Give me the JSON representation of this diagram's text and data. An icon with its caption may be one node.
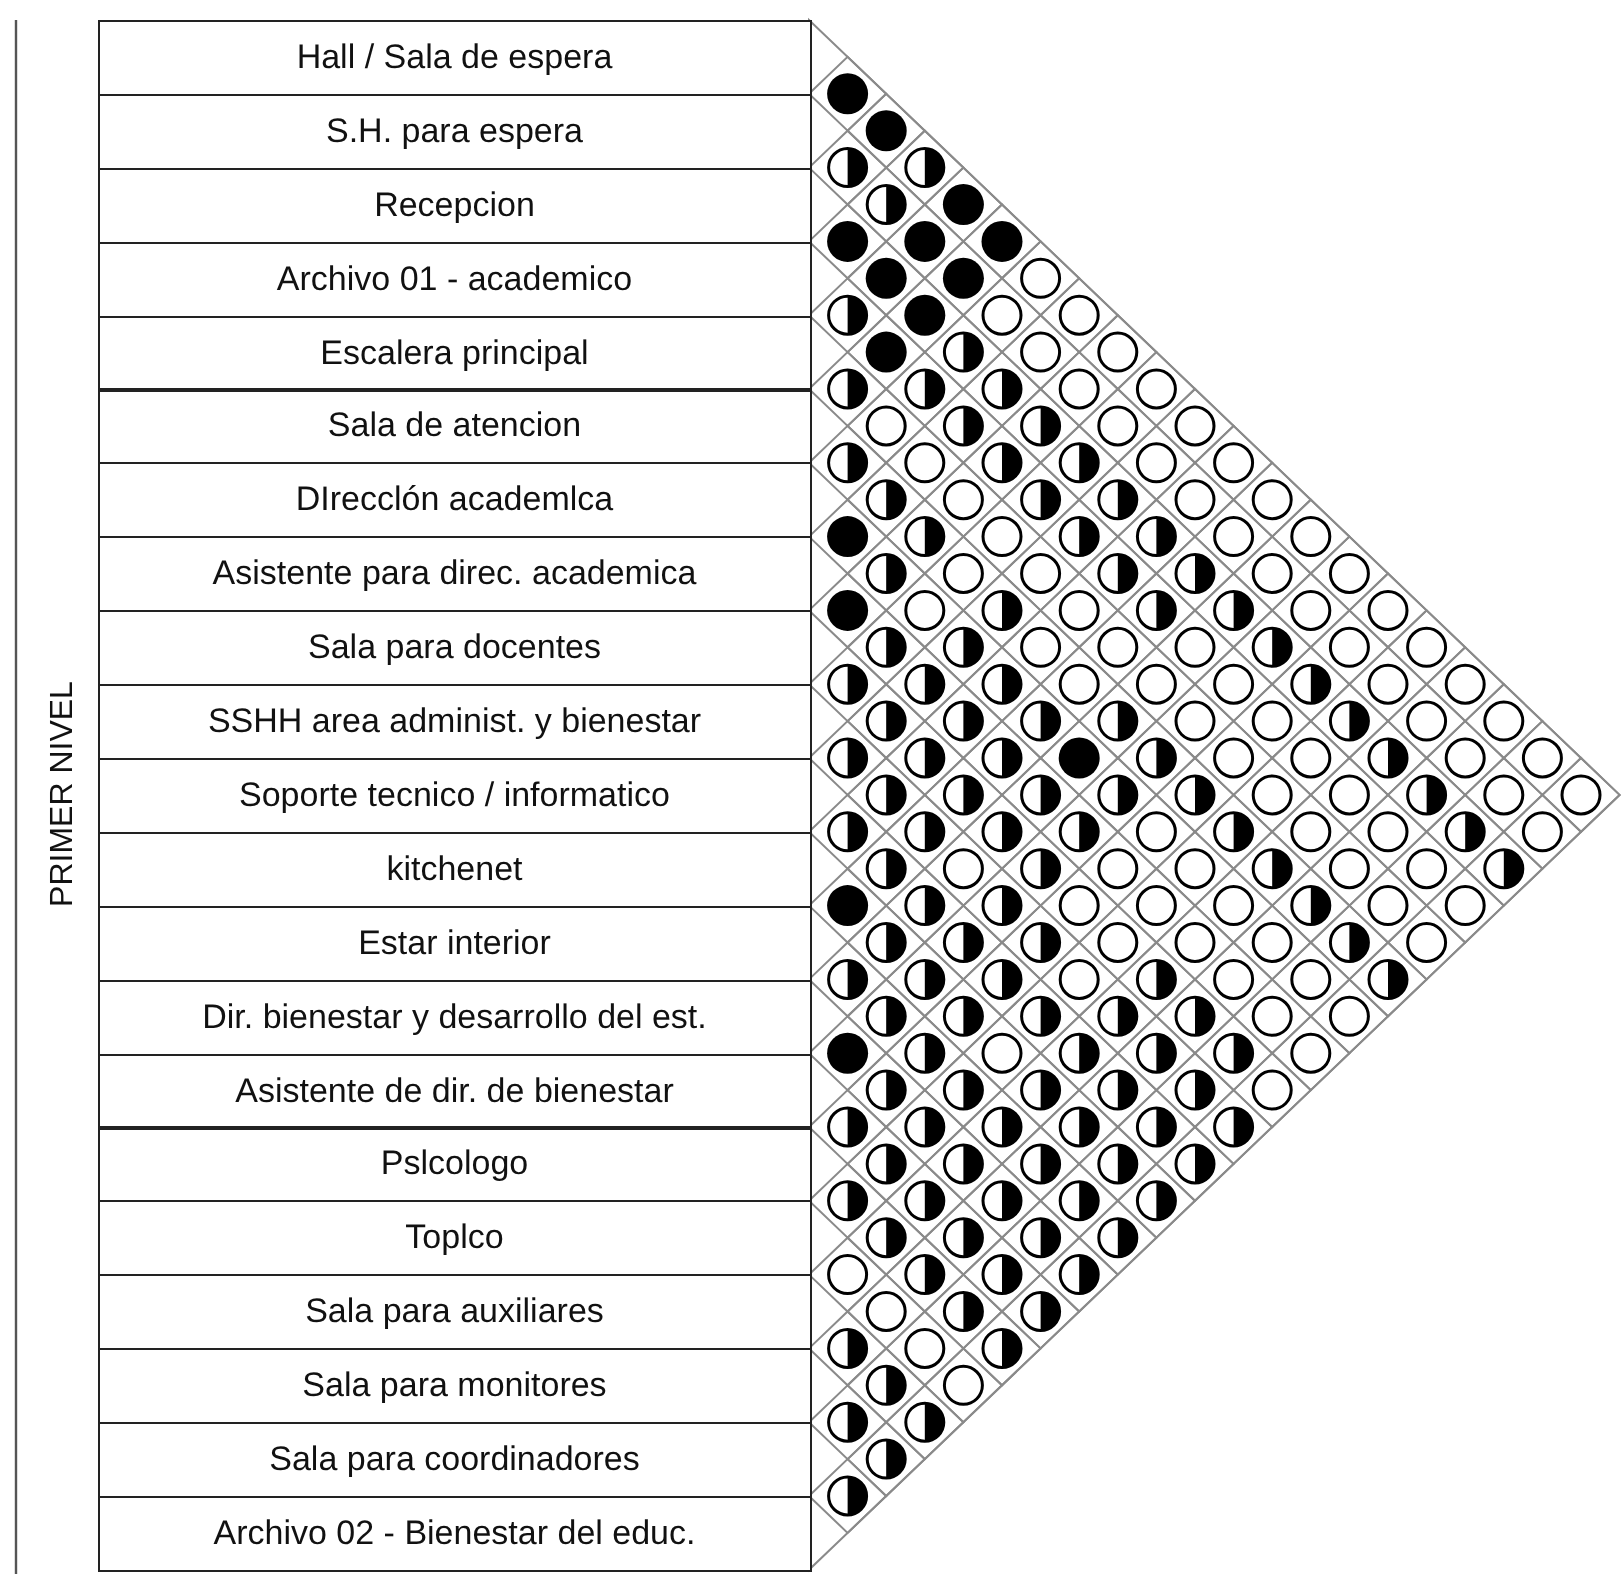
{
  "diagram": {
    "nodes": [
      {
        "text": [
          "Hall / Sala de espera"
        ]
      },
      {
        "text": [
          "S.H. para espera"
        ]
      },
      {
        "text": [
          "Recepcion"
        ]
      },
      {
        "text": [
          "Archivo 01 - academico"
        ]
      },
      {
        "text": [
          "Escalera principal"
        ]
      },
      {
        "text": [
          "Sala de atencion"
        ]
      },
      {
        "text": [
          "DIrecclón academlca"
        ]
      },
      {
        "text": [
          "Asistente para direc. academica"
        ]
      },
      {
        "text": [
          "Sala para docentes"
        ]
      },
      {
        "text": [
          "SSHH area administ. y bienestar"
        ]
      },
      {
        "text": [
          "Soporte tecnico / informatico"
        ]
      },
      {
        "text": [
          "kitchenet"
        ]
      },
      {
        "text": [
          "Estar interior"
        ]
      },
      {
        "text": [
          "Dir. bienestar y desarrollo del est."
        ]
      },
      {
        "text": [
          "Asistente de dir. de bienestar"
        ]
      },
      {
        "text": [
          "Pslcologo"
        ]
      },
      {
        "text": [
          "Toplco"
        ]
      },
      {
        "text": [
          "Sala para auxiliares"
        ]
      },
      {
        "text": [
          "Sala para monitores"
        ]
      },
      {
        "text": [
          "Sala para coordinadores"
        ]
      },
      {
        "text": [
          "Archivo 02 - Bienestar del educ."
        ]
      },
      {
        "text": [],
        "shape": "disc"
      },
      {
        "text": [],
        "shape": "disc"
      },
      {
        "text": [],
        "shape": "half-disc"
      },
      {
        "text": [],
        "shape": "half-disc"
      },
      {
        "text": [],
        "shape": "half-disc"
      },
      {
        "text": [],
        "shape": "disc"
      },
      {
        "text": [],
        "shape": "disc"
      },
      {
        "text": [],
        "shape": "disc"
      },
      {
        "text": [],
        "shape": "disc"
      },
      {
        "text": [],
        "shape": "disc"
      },
      {
        "text": [],
        "shape": "disc"
      },
      {
        "text": [],
        "shape": "circle"
      },
      {
        "text": [],
        "shape": "half-disc"
      },
      {
        "text": [],
        "shape": "disc"
      },
      {
        "text": [],
        "shape": "circle"
      },
      {
        "text": [],
        "shape": "circle"
      },
      {
        "text": [],
        "shape": "disc"
      },
      {
        "text": [],
        "shape": "half-disc"
      },
      {
        "text": [],
        "shape": "circle"
      },
      {
        "text": [],
        "shape": "circle"
      },
      {
        "text": [],
        "shape": "half-disc"
      },
      {
        "text": [],
        "shape": "half-disc"
      },
      {
        "text": [],
        "shape": "half-disc"
      },
      {
        "text": [],
        "shape": "circle"
      },
      {
        "text": [],
        "shape": "circle"
      },
      {
        "text": [],
        "shape": "circle"
      },
      {
        "text": [],
        "shape": "half-disc"
      },
      {
        "text": [],
        "shape": "half-disc"
      },
      {
        "text": [],
        "shape": "circle"
      },
      {
        "text": [],
        "shape": "circle"
      },
      {
        "text": [],
        "shape": "half-disc"
      },
      {
        "text": [],
        "shape": "circle"
      },
      {
        "text": [],
        "shape": "half-disc"
      },
      {
        "text": [],
        "shape": "half-disc"
      },
      {
        "text": [],
        "shape": "circle"
      },
      {
        "text": [],
        "shape": "circle"
      },
      {
        "text": [],
        "shape": "half-disc"
      },
      {
        "text": [],
        "shape": "circle"
      },
      {
        "text": [],
        "shape": "half-disc"
      },
      {
        "text": [],
        "shape": "half-disc"
      },
      {
        "text": [],
        "shape": "circle"
      },
      {
        "text": [],
        "shape": "circle"
      },
      {
        "text": [],
        "shape": "disc"
      },
      {
        "text": [],
        "shape": "half-disc"
      },
      {
        "text": [],
        "shape": "circle"
      },
      {
        "text": [],
        "shape": "half-disc"
      },
      {
        "text": [],
        "shape": "half-disc"
      },
      {
        "text": [],
        "shape": "circle"
      },
      {
        "text": [],
        "shape": "circle"
      },
      {
        "text": [],
        "shape": "half-disc"
      },
      {
        "text": [],
        "shape": "circle"
      },
      {
        "text": [],
        "shape": "circle"
      },
      {
        "text": [],
        "shape": "half-disc"
      },
      {
        "text": [],
        "shape": "half-disc"
      },
      {
        "text": [],
        "shape": "circle"
      },
      {
        "text": [],
        "shape": "circle"
      },
      {
        "text": [],
        "shape": "disc"
      },
      {
        "text": [],
        "shape": "circle"
      },
      {
        "text": [],
        "shape": "half-disc"
      },
      {
        "text": [],
        "shape": "circle"
      },
      {
        "text": [],
        "shape": "half-disc"
      },
      {
        "text": [],
        "shape": "half-disc"
      },
      {
        "text": [],
        "shape": "circle"
      },
      {
        "text": [],
        "shape": "circle"
      },
      {
        "text": [],
        "shape": "half-disc"
      },
      {
        "text": [],
        "shape": "half-disc"
      },
      {
        "text": [],
        "shape": "circle"
      },
      {
        "text": [],
        "shape": "circle"
      },
      {
        "text": [],
        "shape": "circle"
      },
      {
        "text": [],
        "shape": "half-disc"
      },
      {
        "text": [],
        "shape": "circle"
      },
      {
        "text": [],
        "shape": "circle"
      },
      {
        "text": [],
        "shape": "half-disc"
      },
      {
        "text": [],
        "shape": "half-disc"
      },
      {
        "text": [],
        "shape": "half-disc"
      },
      {
        "text": [],
        "shape": "circle"
      },
      {
        "text": [],
        "shape": "circle"
      },
      {
        "text": [],
        "shape": "circle"
      },
      {
        "text": [],
        "shape": "half-disc"
      },
      {
        "text": [],
        "shape": "circle"
      },
      {
        "text": [],
        "shape": "circle"
      },
      {
        "text": [],
        "shape": "half-disc"
      },
      {
        "text": [],
        "shape": "half-disc"
      },
      {
        "text": [],
        "shape": "half-disc"
      },
      {
        "text": [],
        "shape": "half-disc"
      },
      {
        "text": [],
        "shape": "circle"
      },
      {
        "text": [],
        "shape": "circle"
      },
      {
        "text": [],
        "shape": "half-disc"
      },
      {
        "text": [],
        "shape": "circle"
      },
      {
        "text": [],
        "shape": "circle"
      },
      {
        "text": [],
        "shape": "half-disc"
      },
      {
        "text": [],
        "shape": "half-disc"
      },
      {
        "text": [],
        "shape": "half-disc"
      },
      {
        "text": [],
        "shape": "disc"
      },
      {
        "text": [],
        "shape": "half-disc"
      },
      {
        "text": [],
        "shape": "circle"
      },
      {
        "text": [],
        "shape": "circle"
      },
      {
        "text": [],
        "shape": "half-disc"
      },
      {
        "text": [],
        "shape": "circle"
      },
      {
        "text": [],
        "shape": "circle"
      },
      {
        "text": [],
        "shape": "half-disc"
      },
      {
        "text": [],
        "shape": "half-disc"
      },
      {
        "text": [],
        "shape": "half-disc"
      },
      {
        "text": [],
        "shape": "half-disc"
      },
      {
        "text": [],
        "shape": "half-disc"
      },
      {
        "text": [],
        "shape": "circle"
      },
      {
        "text": [],
        "shape": "circle"
      },
      {
        "text": [],
        "shape": "half-disc"
      },
      {
        "text": [],
        "shape": "circle"
      },
      {
        "text": [],
        "shape": "circle"
      },
      {
        "text": [],
        "shape": "half-disc"
      },
      {
        "text": [],
        "shape": "half-disc"
      },
      {
        "text": [],
        "shape": "half-disc"
      },
      {
        "text": [],
        "shape": "half-disc"
      },
      {
        "text": [],
        "shape": "circle"
      },
      {
        "text": [],
        "shape": "half-disc"
      },
      {
        "text": [],
        "shape": "circle"
      },
      {
        "text": [],
        "shape": "circle"
      },
      {
        "text": [],
        "shape": "half-disc"
      },
      {
        "text": [],
        "shape": "circle"
      },
      {
        "text": [],
        "shape": "half-disc"
      },
      {
        "text": [],
        "shape": "circle"
      },
      {
        "text": [],
        "shape": "half-disc"
      },
      {
        "text": [],
        "shape": "circle"
      },
      {
        "text": [],
        "shape": "circle"
      },
      {
        "text": [],
        "shape": "half-disc"
      },
      {
        "text": [],
        "shape": "circle"
      },
      {
        "text": [],
        "shape": "circle"
      },
      {
        "text": [],
        "shape": "half-disc"
      },
      {
        "text": [],
        "shape": "disc"
      },
      {
        "text": [],
        "shape": "half-disc"
      },
      {
        "text": [],
        "shape": "half-disc"
      },
      {
        "text": [],
        "shape": "circle"
      },
      {
        "text": [],
        "shape": "circle"
      },
      {
        "text": [],
        "shape": "circle"
      },
      {
        "text": [],
        "shape": "half-disc"
      },
      {
        "text": [],
        "shape": "circle"
      },
      {
        "text": [],
        "shape": "circle"
      },
      {
        "text": [],
        "shape": "half-disc"
      },
      {
        "text": [],
        "shape": "half-disc"
      },
      {
        "text": [],
        "shape": "half-disc"
      },
      {
        "text": [],
        "shape": "circle"
      },
      {
        "text": [],
        "shape": "circle"
      },
      {
        "text": [],
        "shape": "circle"
      },
      {
        "text": [],
        "shape": "half-disc"
      },
      {
        "text": [],
        "shape": "circle"
      },
      {
        "text": [],
        "shape": "half-disc"
      },
      {
        "text": [],
        "shape": "half-disc"
      },
      {
        "text": [],
        "shape": "half-disc"
      },
      {
        "text": [],
        "shape": "circle"
      },
      {
        "text": [],
        "shape": "half-disc"
      },
      {
        "text": [],
        "shape": "circle"
      },
      {
        "text": [],
        "shape": "circle"
      },
      {
        "text": [],
        "shape": "half-disc"
      },
      {
        "text": [],
        "shape": "half-disc"
      },
      {
        "text": [],
        "shape": "half-disc"
      },
      {
        "text": [],
        "shape": "half-disc"
      },
      {
        "text": [],
        "shape": "half-disc"
      },
      {
        "text": [],
        "shape": "half-disc"
      },
      {
        "text": [],
        "shape": "circle"
      },
      {
        "text": [],
        "shape": "circle"
      },
      {
        "text": [],
        "shape": "disc"
      },
      {
        "text": [],
        "shape": "half-disc"
      },
      {
        "text": [],
        "shape": "circle"
      },
      {
        "text": [],
        "shape": "half-disc"
      },
      {
        "text": [],
        "shape": "half-disc"
      },
      {
        "text": [],
        "shape": "half-disc"
      },
      {
        "text": [],
        "shape": "circle"
      },
      {
        "text": [],
        "shape": "half-disc"
      },
      {
        "text": [],
        "shape": "half-disc"
      },
      {
        "text": [],
        "shape": "half-disc"
      },
      {
        "text": [],
        "shape": "half-disc"
      },
      {
        "text": [],
        "shape": "half-disc"
      },
      {
        "text": [],
        "shape": "circle"
      },
      {
        "text": [],
        "shape": "half-disc"
      },
      {
        "text": [],
        "shape": "half-disc"
      },
      {
        "text": [],
        "shape": "half-disc"
      },
      {
        "text": [],
        "shape": "half-disc"
      },
      {
        "text": [],
        "shape": "half-disc"
      },
      {
        "text": [],
        "shape": "half-disc"
      },
      {
        "text": [],
        "shape": "half-disc"
      },
      {
        "text": [],
        "shape": "half-disc"
      },
      {
        "text": [],
        "shape": "half-disc"
      },
      {
        "text": [],
        "shape": "half-disc"
      },
      {
        "text": [],
        "shape": "half-disc"
      },
      {
        "text": [],
        "shape": "half-disc"
      },
      {
        "text": [],
        "shape": "half-disc"
      },
      {
        "text": [],
        "shape": "half-disc"
      },
      {
        "text": [],
        "shape": "half-disc"
      },
      {
        "text": [],
        "shape": "half-disc"
      },
      {
        "text": [],
        "shape": "half-disc"
      },
      {
        "text": [],
        "shape": "half-disc"
      },
      {
        "text": [],
        "shape": "half-disc"
      },
      {
        "text": [],
        "shape": "half-disc"
      },
      {
        "text": [],
        "shape": "circle"
      },
      {
        "text": [],
        "shape": "half-disc"
      },
      {
        "text": [],
        "shape": "half-disc"
      },
      {
        "text": [],
        "shape": "half-disc"
      },
      {
        "text": [],
        "shape": "circle"
      },
      {
        "text": [],
        "shape": "half-disc"
      },
      {
        "text": [],
        "shape": "half-disc"
      },
      {
        "text": [],
        "shape": "half-disc"
      },
      {
        "text": [],
        "shape": "circle"
      },
      {
        "text": [],
        "shape": "half-disc"
      },
      {
        "text": [],
        "shape": "half-disc"
      },
      {
        "text": [],
        "shape": "circle"
      },
      {
        "text": [],
        "shape": "half-disc"
      },
      {
        "text": [],
        "shape": "half-disc"
      },
      {
        "text": [],
        "shape": "half-disc"
      },
      {
        "text": [],
        "shape": "half-disc"
      }
    ],
    "labels": [
      "PRIMER NIVEL"
    ]
  }
}
